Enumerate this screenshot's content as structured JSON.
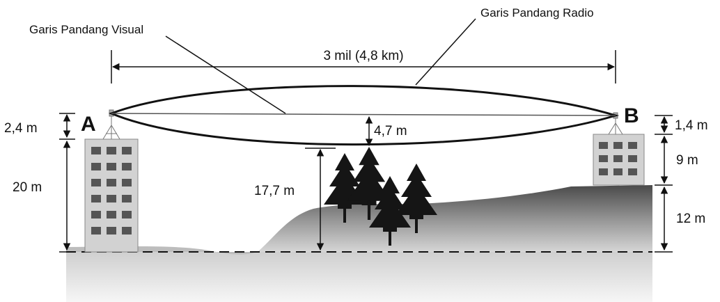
{
  "labels": {
    "visual_line": "Garis Pandang Visual",
    "radio_line": "Garis Pandang Radio",
    "distance": "3 mil (4,8 km)",
    "point_a": "A",
    "point_b": "B",
    "antenna_a_height": "2,4 m",
    "building_a_height": "20 m",
    "clearance": "4,7 m",
    "terrain_clearance": "17,7 m",
    "antenna_b_height": "1,4 m",
    "building_b_height": "9 m",
    "hill_height": "12 m"
  },
  "colors": {
    "line": "#111111",
    "building": "#d2d2d2",
    "window": "#555555",
    "tree": "#151515"
  }
}
